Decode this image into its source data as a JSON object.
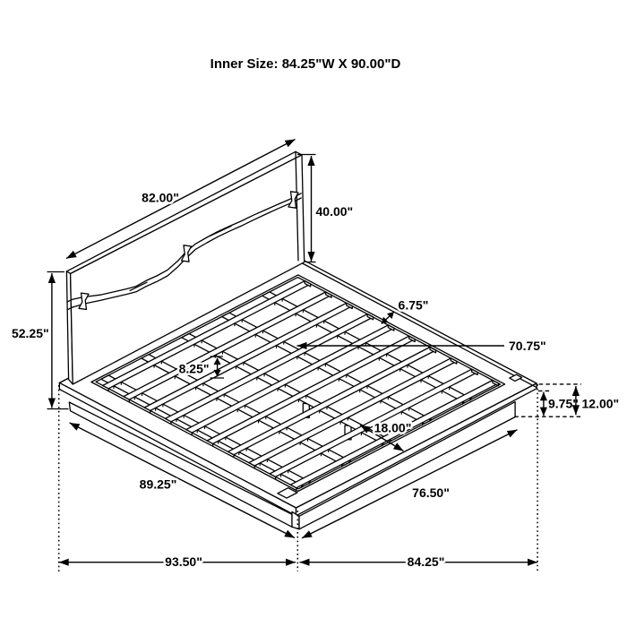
{
  "title": "Inner Size: 84.25\"W X 90.00\"D",
  "figure": {
    "name": "platform-bed-dimension-diagram",
    "type": "isometric line drawing",
    "description": "Platform bed with panel headboard, slat deck on recessed base, annotated with dimension arrows",
    "line_color": "#000000",
    "background_color": "#ffffff"
  },
  "dims": {
    "d82": "82.00\"",
    "d40": "40.00\"",
    "d5225": "52.25\"",
    "d675": "6.75\"",
    "d7075": "70.75\"",
    "d825": "8.25\"",
    "d18": "18.00\"",
    "d975": "9.75\"",
    "d12": "12.00\"",
    "d8925": "89.25\"",
    "d765": "76.50\"",
    "d935": "93.50\"",
    "d8425": "84.25\""
  },
  "dimensions_semantics": [
    {
      "value": "82.00\"",
      "measures": "headboard width"
    },
    {
      "value": "40.00\"",
      "measures": "headboard panel height"
    },
    {
      "value": "52.25\"",
      "measures": "headboard total height"
    },
    {
      "value": "6.75\"",
      "measures": "platform rim width"
    },
    {
      "value": "70.75\"",
      "measures": "slat length"
    },
    {
      "value": "8.25\"",
      "measures": "slat spacing"
    },
    {
      "value": "18.00\"",
      "measures": "support foot spacing"
    },
    {
      "value": "9.75\"",
      "measures": "recessed base height"
    },
    {
      "value": "12.00\"",
      "measures": "platform total height"
    },
    {
      "value": "89.25\"",
      "measures": "side rail length"
    },
    {
      "value": "76.50\"",
      "measures": "foot rail length"
    },
    {
      "value": "93.50\"",
      "measures": "overall depth"
    },
    {
      "value": "84.25\"",
      "measures": "overall width"
    }
  ]
}
